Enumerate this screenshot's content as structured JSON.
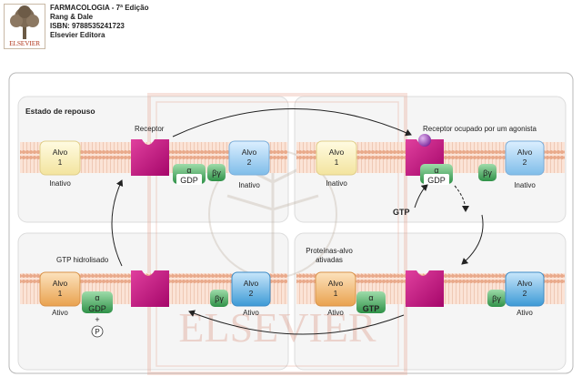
{
  "header": {
    "logo_text": "ELSEVIER",
    "book_title": "FARMACOLOGIA - 7ª Edição",
    "authors": "Rang & Dale",
    "isbn": "ISBN: 9788535241723",
    "publisher": "Elsevier Editora"
  },
  "diagram": {
    "title": "Estado de repouso",
    "watermark": "ELSEVIER",
    "panel_top_left": {
      "receptor_label": "Receptor",
      "alvo1": {
        "name": "Alvo",
        "number": "1",
        "status": "Inativo"
      },
      "alvo2": {
        "name": "Alvo",
        "number": "2",
        "status": "Inativo"
      },
      "alpha": "α",
      "nucleotide": "GDP",
      "beta_gamma": "βγ"
    },
    "panel_top_right": {
      "receptor_label": "Receptor ocupado por um agonista",
      "alvo1": {
        "name": "Alvo",
        "number": "1",
        "status": "Inativo"
      },
      "alvo2": {
        "name": "Alvo",
        "number": "2",
        "status": "Inativo"
      },
      "alpha": "α",
      "nucleotide": "GDP",
      "beta_gamma": "βγ",
      "gtp_label": "GTP"
    },
    "panel_bottom_right": {
      "label": "Proteínas-alvo ativadas",
      "alvo1": {
        "name": "Alvo",
        "number": "1",
        "status": "Ativo"
      },
      "alvo2": {
        "name": "Alvo",
        "number": "2",
        "status": "Ativo"
      },
      "alpha": "α",
      "nucleotide": "GTP",
      "beta_gamma": "βγ"
    },
    "panel_bottom_left": {
      "label": "GTP hidrolisado",
      "alvo1": {
        "name": "Alvo",
        "number": "1",
        "status": "Ativo"
      },
      "alvo2": {
        "name": "Alvo",
        "number": "2",
        "status": "Ativo"
      },
      "alpha": "α",
      "nucleotide": "GDP",
      "plus": "+",
      "phosphate": "P",
      "beta_gamma": "βγ"
    }
  },
  "colors": {
    "membrane": "#e9a98a",
    "receptor": "#c8127f",
    "agonist": "#8a2fa8",
    "g_protein": "#3fa35a",
    "alvo_inactive": "#f7efbf",
    "alvo_active": "#f0b572",
    "alvo2_blue": "#8fc8ec",
    "watermark": "#c0503a"
  }
}
